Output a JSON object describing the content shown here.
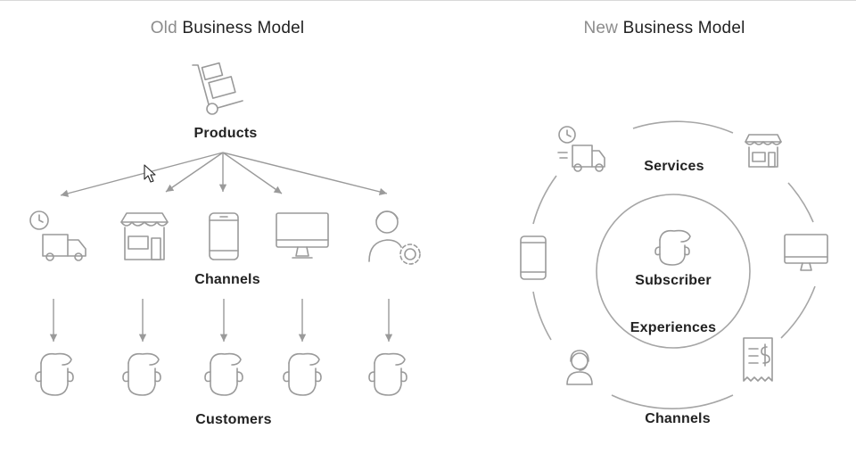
{
  "old_model": {
    "title_prefix": "Old",
    "title_main": "Business Model",
    "products_label": "Products",
    "channels_label": "Channels",
    "customers_label": "Customers"
  },
  "new_model": {
    "title_prefix": "New",
    "title_main": "Business Model",
    "services_label": "Services",
    "subscriber_label": "Subscriber",
    "experiences_label": "Experiences",
    "channels_label": "Channels"
  },
  "icons": {
    "products": "hand-truck-boxes-icon",
    "channels": [
      "delivery-truck-clock-icon",
      "storefront-icon",
      "mobile-phone-icon",
      "desktop-monitor-icon",
      "support-agent-gear-icon"
    ],
    "customers": "person-head-icon",
    "ring": [
      "delivery-truck-clock-icon",
      "storefront-icon",
      "desktop-monitor-icon",
      "receipt-dollar-icon",
      "headset-agent-icon",
      "mobile-phone-icon"
    ]
  },
  "colors": {
    "icon_stroke": "#9a9a9a",
    "text": "#222222",
    "muted_text": "#8c8c8c"
  }
}
